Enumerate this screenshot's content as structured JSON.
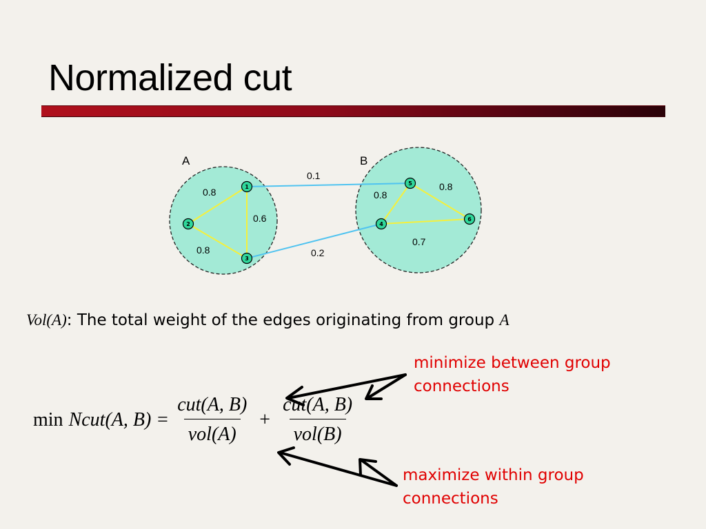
{
  "title": "Normalized cut",
  "diagram": {
    "groups": [
      {
        "id": "A",
        "label": "A"
      },
      {
        "id": "B",
        "label": "B"
      }
    ],
    "nodes": [
      {
        "id": "1",
        "label": "1"
      },
      {
        "id": "2",
        "label": "2"
      },
      {
        "id": "3",
        "label": "3"
      },
      {
        "id": "4",
        "label": "4"
      },
      {
        "id": "5",
        "label": "5"
      },
      {
        "id": "6",
        "label": "6"
      }
    ],
    "edges": [
      {
        "from": "1",
        "to": "2",
        "weight": "0.8",
        "type": "within"
      },
      {
        "from": "1",
        "to": "3",
        "weight": "0.6",
        "type": "within"
      },
      {
        "from": "2",
        "to": "3",
        "weight": "0.8",
        "type": "within"
      },
      {
        "from": "4",
        "to": "5",
        "weight": "0.8",
        "type": "within"
      },
      {
        "from": "5",
        "to": "6",
        "weight": "0.8",
        "type": "within"
      },
      {
        "from": "4",
        "to": "6",
        "weight": "0.7",
        "type": "within"
      },
      {
        "from": "1",
        "to": "5",
        "weight": "0.1",
        "type": "between"
      },
      {
        "from": "3",
        "to": "4",
        "weight": "0.2",
        "type": "between"
      }
    ],
    "colors": {
      "group_fill": "#a3ead6",
      "node_fill": "#2fd79b",
      "within_edge": "#f5f03c",
      "between_edge": "#4fc3f0"
    }
  },
  "vol_definition": {
    "term": "Vol(A)",
    "text": ": The total weight of the edges originating from group ",
    "group": "A"
  },
  "formula": {
    "prefix_min": "min",
    "ncut": "Ncut",
    "args": "(A, B) =",
    "cut_num": "cut(A, B)",
    "den_a": "vol(A)",
    "plus": "+",
    "den_b": "vol(B)"
  },
  "annotations": {
    "minimize": [
      "minimize between group",
      "connections"
    ],
    "maximize": [
      "maximize within group",
      "connections"
    ],
    "color": "#e00000"
  }
}
